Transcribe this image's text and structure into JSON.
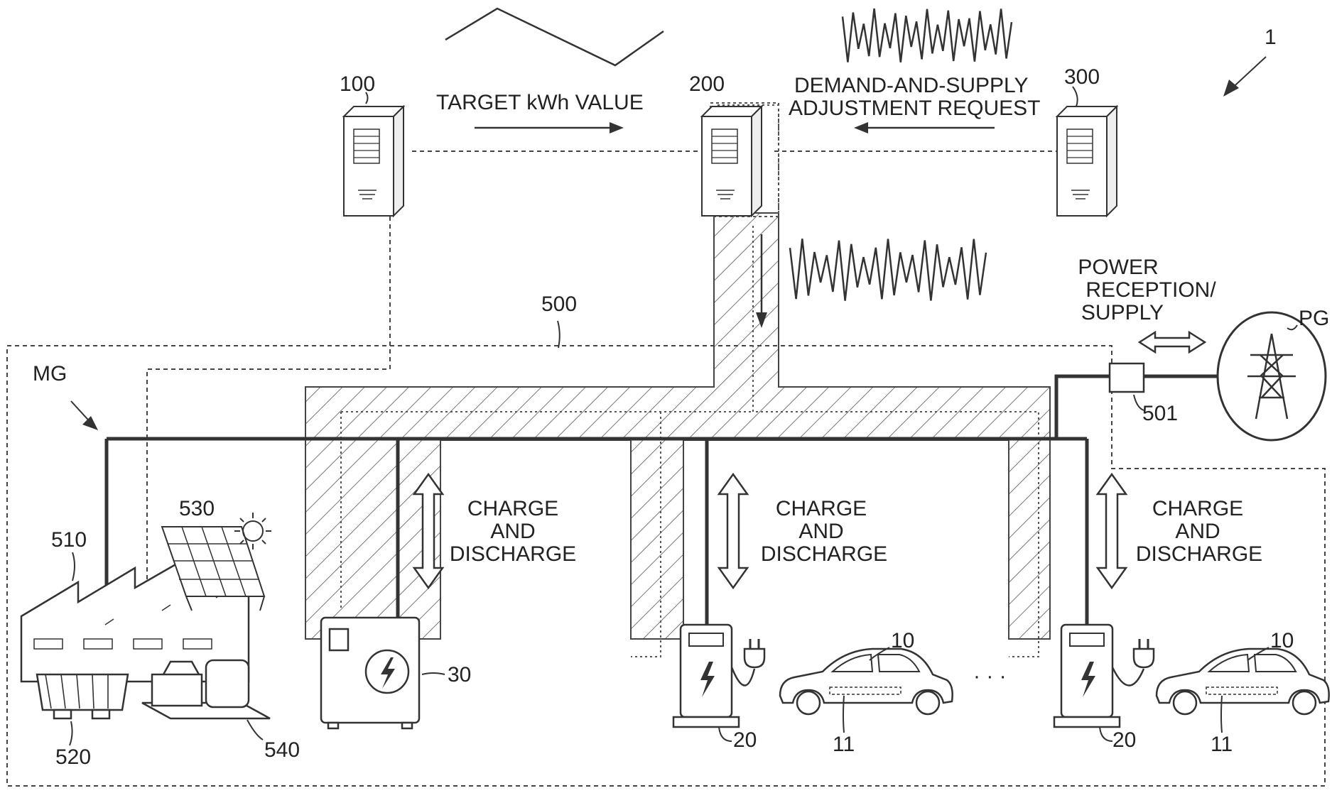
{
  "figure_ref": "1",
  "servers": [
    {
      "id": "100"
    },
    {
      "id": "200"
    },
    {
      "id": "300"
    }
  ],
  "messages": {
    "target": "TARGET kWh VALUE",
    "demand_line1": "DEMAND-AND-SUPPLY",
    "demand_line2": "ADJUSTMENT REQUEST"
  },
  "network_label": "500",
  "microgrid_label": "MG",
  "power_grid": {
    "label": "PG",
    "relay_label": "501",
    "reception_line1": "POWER",
    "reception_line2": "RECEPTION/",
    "reception_line3": "SUPPLY"
  },
  "charge_label": {
    "line1": "CHARGE",
    "line2": "AND",
    "line3": "DISCHARGE"
  },
  "facilities": {
    "factory": "510",
    "transformer": "520",
    "solar": "530",
    "generator": "540",
    "storage": "30"
  },
  "evse": [
    {
      "station": "20",
      "vehicle": "10",
      "battery": "11"
    },
    {
      "station": "20",
      "vehicle": "10",
      "battery": "11"
    }
  ],
  "ellipsis": "· · ·"
}
